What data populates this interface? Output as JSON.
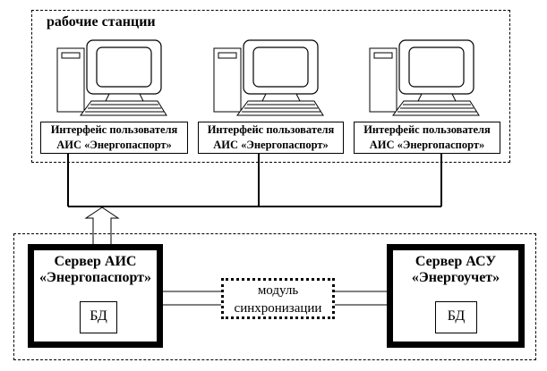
{
  "workstations": {
    "title": "рабочие станции",
    "items": [
      {
        "line1": "Интерфейс пользователя",
        "line2": "АИС «Энергопаспорт»"
      },
      {
        "line1": "Интерфейс пользователя",
        "line2": "АИС «Энергопаспорт»"
      },
      {
        "line1": "Интерфейс пользователя",
        "line2": "АИС «Энергопаспорт»"
      }
    ]
  },
  "servers": {
    "left": {
      "line1": "Сервер АИС",
      "line2": "«Энергопаспорт»",
      "db": "БД"
    },
    "right": {
      "line1": "Сервер АСУ",
      "line2": "«Энергоучет»",
      "db": "БД"
    }
  },
  "sync": {
    "line1": "модуль",
    "line2": "синхронизации"
  }
}
